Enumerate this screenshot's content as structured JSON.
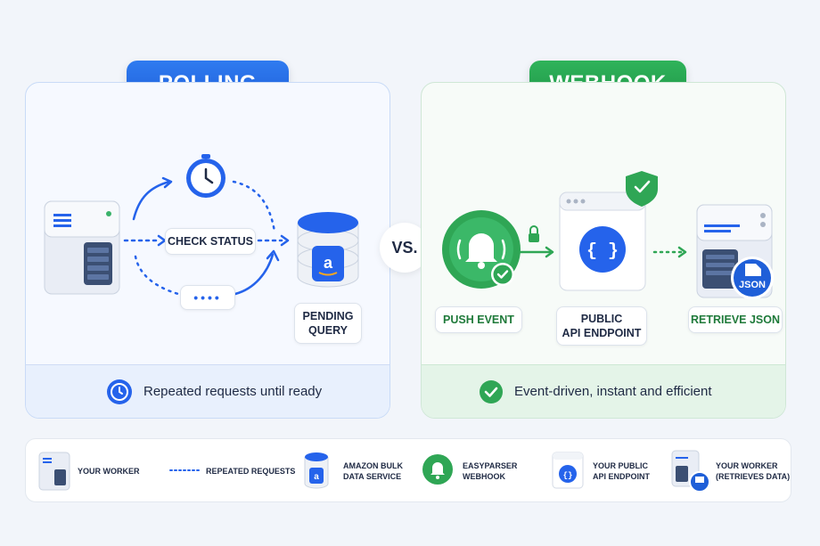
{
  "polling": {
    "title": "POLLING",
    "check_status": "CHECK STATUS",
    "dots_label": "••••",
    "pending_query_line1": "PENDING",
    "pending_query_line2": "QUERY",
    "footer": "Repeated requests until ready"
  },
  "vs_label": "VS.",
  "webhook": {
    "title": "WEBHOOK",
    "push_event": "PUSH EVENT",
    "public_api_line1": "PUBLIC",
    "public_api_line2": "API ENDPOINT",
    "retrieve_json": "RETRIEVE JSON",
    "json_badge": "JSON",
    "footer": "Event-driven, instant and efficient"
  },
  "legend": {
    "items": [
      {
        "icon": "server-icon",
        "line1": "YOUR WORKER",
        "line2": ""
      },
      {
        "icon": "dotted-line-icon",
        "line1": "REPEATED REQUESTS",
        "line2": ""
      },
      {
        "icon": "database-icon",
        "line1": "AMAZON BULK",
        "line2": "DATA SERVICE"
      },
      {
        "icon": "bell-icon",
        "line1": "EASYPARSER",
        "line2": "WEBHOOK"
      },
      {
        "icon": "api-window-icon",
        "line1": "YOUR PUBLIC",
        "line2": "API ENDPOINT"
      },
      {
        "icon": "server-json-icon",
        "line1": "YOUR WORKER",
        "line2": "(RETRIEVES DATA)"
      }
    ]
  },
  "colors": {
    "blue": "#1f5fd8",
    "green": "#1f9447",
    "amazon_blue": "#2563eb"
  }
}
